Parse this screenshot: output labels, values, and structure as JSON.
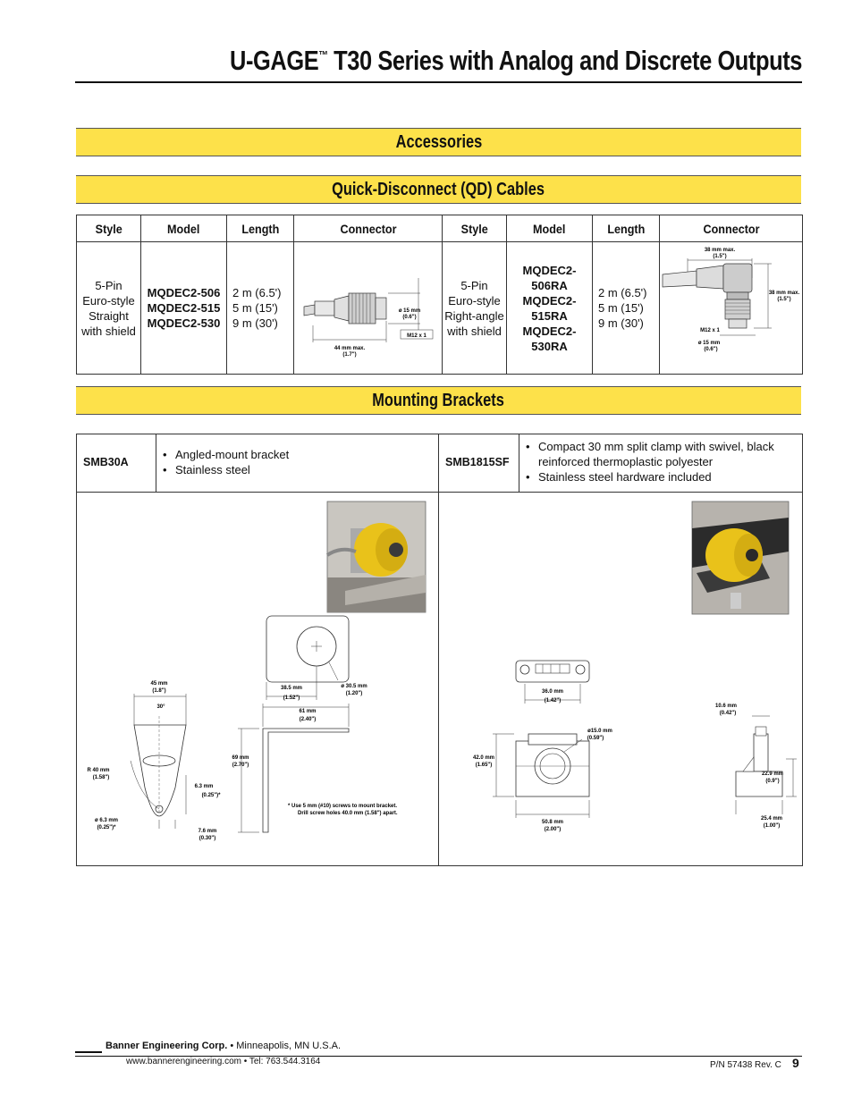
{
  "header": {
    "title_brand": "U-GAGE",
    "title_tm": "™",
    "title_rest": " T30 Series with Analog and Discrete Outputs"
  },
  "sections": {
    "accessories": "Accessories",
    "qd_cables": "Quick-Disconnect (QD) Cables",
    "mounting_brackets": "Mounting Brackets"
  },
  "qd_table": {
    "headers": [
      "Style",
      "Model",
      "Length",
      "Connector",
      "Style",
      "Model",
      "Length",
      "Connector"
    ],
    "straight": {
      "style": [
        "5-Pin",
        "Euro-style",
        "Straight",
        "with shield"
      ],
      "models": [
        "MQDEC2-506",
        "MQDEC2-515",
        "MQDEC2-530"
      ],
      "lengths": [
        "2 m (6.5')",
        "5 m (15')",
        "9 m (30')"
      ],
      "dims": {
        "len": "44 mm max.",
        "len_in": "(1.7\")",
        "dia": "ø 15 mm",
        "dia_in": "(0.6\")",
        "thread": "M12 x 1"
      }
    },
    "right_angle": {
      "style": [
        "5-Pin",
        "Euro-style",
        "Right-angle",
        "with shield"
      ],
      "models": [
        "MQDEC2-506RA",
        "MQDEC2-515RA",
        "MQDEC2-530RA"
      ],
      "lengths": [
        "2 m (6.5')",
        "5 m (15')",
        "9 m (30')"
      ],
      "dims": {
        "top": "38 mm max.",
        "top_in": "(1.5\")",
        "side": "38 mm max.",
        "side_in": "(1.5\")",
        "thread": "M12 x 1",
        "dia": "ø 15 mm",
        "dia_in": "(0.6\")"
      }
    }
  },
  "brackets": {
    "smb30a": {
      "model": "SMB30A",
      "features": [
        "Angled-mount bracket",
        "Stainless steel"
      ],
      "dims": {
        "w45": "45 mm",
        "w45_in": "(1.8\")",
        "ang": "30°",
        "r40": "R 40 mm",
        "r40_in": "(1.58\")",
        "d63": "ø 6.3 mm",
        "d63_in": "(0.25\")*",
        "s63": "6.3 mm",
        "s63_in": "(0.25\")*",
        "t76": "7.6 mm",
        "t76_in": "(0.30\")",
        "h69": "69 mm",
        "h69_in": "(2.70\")",
        "c385": "38.5 mm",
        "c385_in": "(1.52\")",
        "d305": "ø 30.5 mm",
        "d305_in": "(1.20\")",
        "w61": "61 mm",
        "w61_in": "(2.40\")",
        "note1": "*   Use 5 mm (#10) screws to mount bracket.",
        "note2": "Drill screw holes 40.0 mm (1.58\") apart."
      }
    },
    "smb1815sf": {
      "model": "SMB1815SF",
      "features": [
        "Compact 30 mm split clamp with swivel, black reinforced thermoplastic polyester",
        "Stainless steel hardware included"
      ],
      "dims": {
        "w36": "36.0 mm",
        "w36_in": "(1.42\")",
        "t106": "10.6 mm",
        "t106_in": "(0.42\")",
        "d15": "ø15.0 mm",
        "d15_in": "(0.59\")",
        "h42": "42.0 mm",
        "h42_in": "(1.65\")",
        "h229": "22.9 mm",
        "h229_in": "(0.9\")",
        "w508": "50.8 mm",
        "w508_in": "(2.00\")",
        "w254": "25.4 mm",
        "w254_in": "(1.00\")"
      }
    }
  },
  "footer": {
    "company": "Banner Engineering Corp.",
    "location": " • Minneapolis, MN U.S.A.",
    "contact": "www.bannerengineering.com  •  Tel: 763.544.3164",
    "part_number": "P/N 57438 Rev. C",
    "page": "9"
  },
  "colors": {
    "band": "#fde14a",
    "sensor_yellow": "#e9c21a"
  }
}
